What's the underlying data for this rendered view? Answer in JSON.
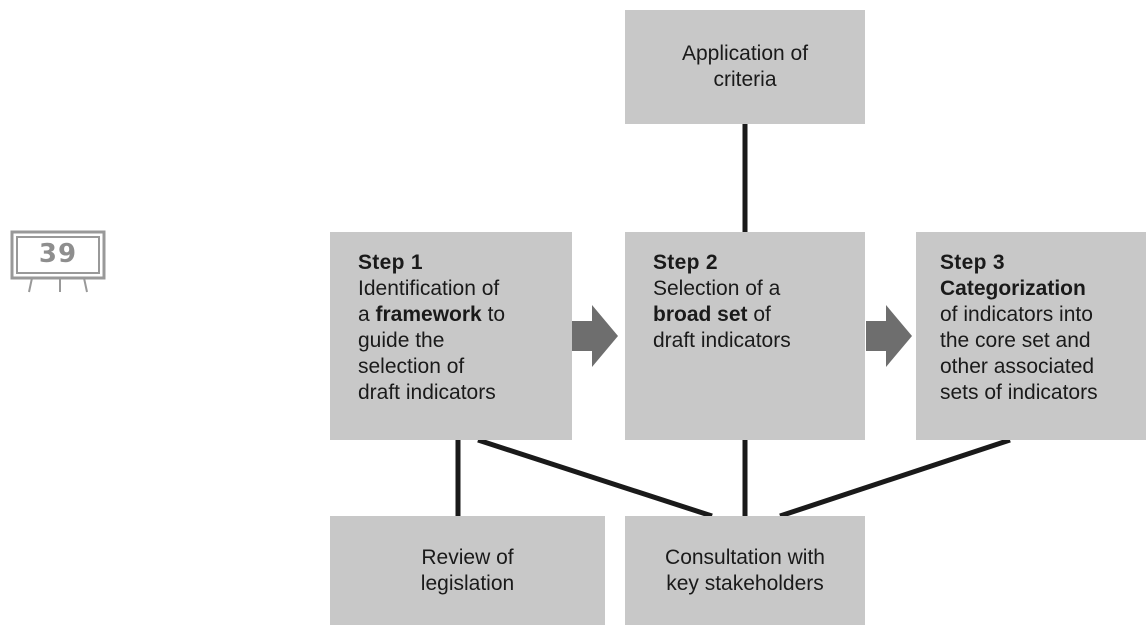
{
  "badge": {
    "number": "39"
  },
  "criteria_box": {
    "lines": [
      "Application of",
      "criteria"
    ]
  },
  "step1": {
    "title": "Step 1",
    "line1": "Identification of",
    "line2_pre": "a ",
    "line2_bold": "framework",
    "line2_post": " to",
    "line3": "guide the",
    "line4": "selection of",
    "line5": "draft indicators"
  },
  "step2": {
    "title": "Step 2",
    "line1": "Selection of a",
    "line2_bold": "broad set",
    "line2_post": " of",
    "line3": "draft indicators"
  },
  "step3": {
    "title": "Step 3",
    "line1_bold": "Categorization",
    "line2": "of indicators into",
    "line3": "the core set and",
    "line4": "other associated",
    "line5": "sets of indicators"
  },
  "review_box": {
    "lines": [
      "Review of",
      "legislation"
    ]
  },
  "consult_box": {
    "lines": [
      "Consultation with",
      "key stakeholders"
    ]
  },
  "colors": {
    "box_fill": "#c8c8c8",
    "arrow": "#6e6e6e",
    "connector": "#1a1a1a",
    "badge": "#999999"
  }
}
